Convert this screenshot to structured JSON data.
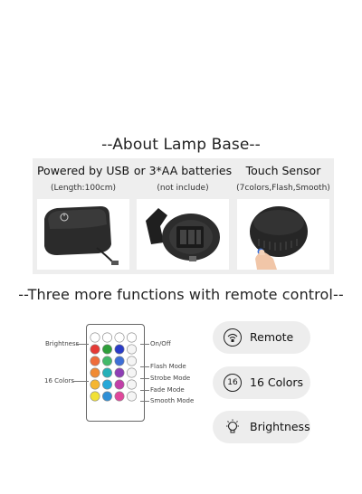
{
  "base_section": {
    "title": "--About Lamp Base--",
    "panels": [
      {
        "heading": "Powered by USB",
        "subtext": "(Length:100cm)"
      },
      {
        "heading": "or 3*AA batteries",
        "subtext": "(not include)"
      },
      {
        "heading": "Touch Sensor",
        "subtext": "(7colors,Flash,Smooth)"
      }
    ]
  },
  "remote_section": {
    "title": "--Three more functions with remote control--",
    "left_labels": {
      "brightness": "Brightness",
      "colors": "16 Colors"
    },
    "right_labels": {
      "onoff": "On/Off",
      "flash": "Flash Mode",
      "strobe": "Strobe Mode",
      "fade": "Fade Mode",
      "smooth": "Smooth Mode"
    },
    "features": [
      {
        "label": "Remote",
        "icon": "remote-signal-icon"
      },
      {
        "label": "16 Colors",
        "icon": "sixteen-badge-icon",
        "icon_text": "16"
      },
      {
        "label": "Brightness",
        "icon": "lightbulb-icon"
      }
    ]
  },
  "remote_button_colors": [
    [
      "#ffffff",
      "#ffffff",
      "#ffffff",
      "#ffffff"
    ],
    [
      "#e53935",
      "#2e9e3a",
      "#2a3cc7",
      "#f5f5f5"
    ],
    [
      "#ef6c3a",
      "#43b96a",
      "#3e6fd6",
      "#f5f5f5"
    ],
    [
      "#f08a34",
      "#26b0b8",
      "#8e3fb5",
      "#f5f5f5"
    ],
    [
      "#f5b632",
      "#27a8d8",
      "#c23fa8",
      "#f5f5f5"
    ],
    [
      "#f1e136",
      "#2f8fd6",
      "#e0489b",
      "#f5f5f5"
    ]
  ]
}
